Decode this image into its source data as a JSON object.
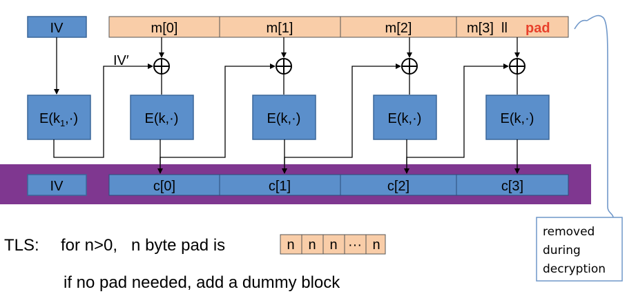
{
  "iv_top": "IV",
  "iv_bottom": "IV",
  "iv_prime": "IV′",
  "plaintext_blocks": [
    "m[0]",
    "m[1]",
    "m[2]",
    "m[3]  ll"
  ],
  "pad_label": "pad",
  "ciphertext_blocks": [
    "c[0]",
    "c[1]",
    "c[2]",
    "c[3]"
  ],
  "enc_first": {
    "prefix": "E(k",
    "sub": "1",
    "suffix": ",·)"
  },
  "enc_rest": "E(k,·)",
  "tls_label": "TLS:",
  "tls_rule": "for n>0,   n byte pad is",
  "pad_cells": [
    "n",
    "n",
    "n",
    "···",
    "n"
  ],
  "dummy_note": "if no pad needed, add a dummy block",
  "callout_lines": [
    "removed",
    "during",
    "decryption"
  ],
  "colors": {
    "plain_fill": "#f9cda8",
    "blue_fill": "#5b8fcb",
    "blue_stroke": "#3a6699",
    "band_fill": "#7f3790",
    "pad_red": "#e8412c",
    "callout_stroke": "#6f97c9"
  }
}
